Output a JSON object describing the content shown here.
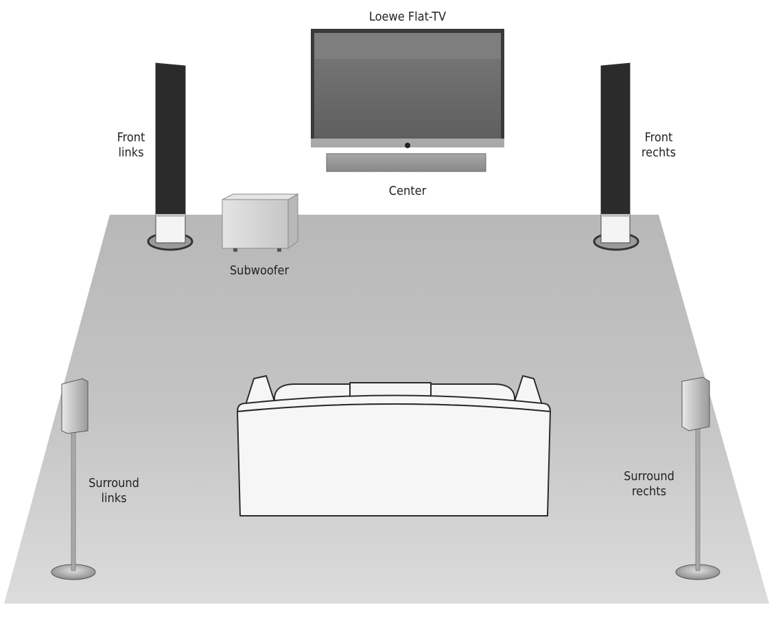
{
  "labels": {
    "tv": "Loewe Flat-TV",
    "center": "Center",
    "subwoofer": "Subwoofer",
    "front_left": [
      "Front",
      "links"
    ],
    "front_right": [
      "Front",
      "rechts"
    ],
    "surround_left": [
      "Surround",
      "links"
    ],
    "surround_right": [
      "Surround",
      "rechts"
    ]
  },
  "colors": {
    "floor": "#c8c8c8",
    "speaker_dark": "#2b2b2b",
    "tv_screen": "#6e6e6e",
    "outline": "#2a2a2a"
  }
}
